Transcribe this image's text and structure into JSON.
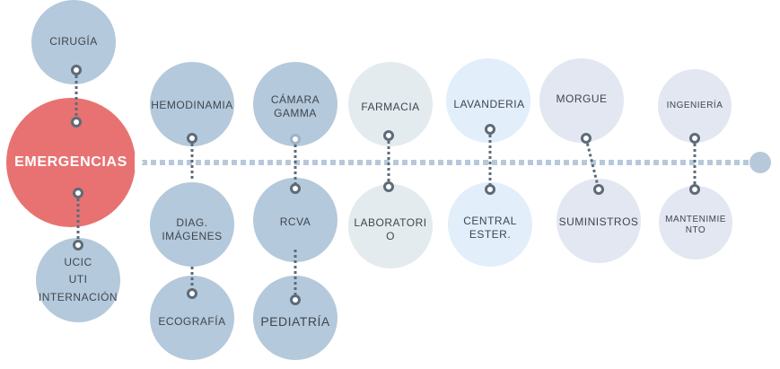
{
  "colors": {
    "hub": "#e87272",
    "blue": "#b4c9db",
    "light_grey_blue": "#e3ebef",
    "light_blue": "#e2eefa",
    "lavender": "#e2e7f1",
    "connector": "#5d6b79",
    "line": "#b6c9db",
    "text": "#3f4650",
    "hub_text": "#ffffff"
  },
  "hub": {
    "label": "EMERGENCIAS"
  },
  "nodes": {
    "cirugia": "CIRUGÍA",
    "ucic": "UCIC\nUTI\nINTERNACIÓN",
    "hemodinamia": "HEMODINAMIA",
    "diag_imagenes": "DIAG.\nIMÁGENES",
    "ecografia": "ECOGRAFÍA",
    "camara_gamma": "CÁMARA\nGAMMA",
    "rcva": "RCVA",
    "pediatria": "PEDIATRÍA",
    "farmacia": "FARMACIA",
    "laboratorio": "LABORATORI\nO",
    "lavanderia": "LAVANDERIA",
    "central_ester": "CENTRAL\nESTER.",
    "morgue": "MORGUE",
    "suministros": "SUMINISTROS",
    "ingenieria": "INGENIERÍA",
    "mantenimiento": "MANTENIMIE\nNTO"
  }
}
